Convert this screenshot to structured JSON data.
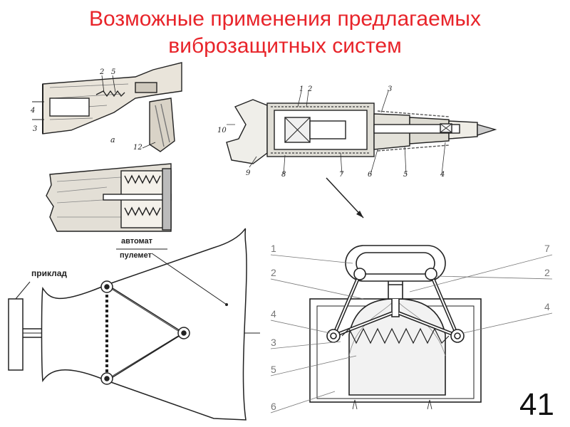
{
  "slide": {
    "title_line1": "Возможные применения предлагаемых",
    "title_line2": "виброзащитных систем",
    "page_number": "41",
    "title_color": "#e8242a"
  },
  "rifle_stock": {
    "labels": [
      "2",
      "5",
      "4",
      "3",
      "а",
      "12"
    ]
  },
  "drill": {
    "labels": [
      "1",
      "2",
      "3",
      "10",
      "9",
      "8",
      "7",
      "6",
      "5",
      "4"
    ]
  },
  "weapon_schematic": {
    "label_stock": "приклад",
    "label_automat": "автомат",
    "label_machinegun": "пулемет"
  },
  "mechanism": {
    "labels_left": [
      "1",
      "2",
      "4",
      "3",
      "5",
      "6"
    ],
    "labels_right": [
      "7",
      "2",
      "4"
    ]
  }
}
